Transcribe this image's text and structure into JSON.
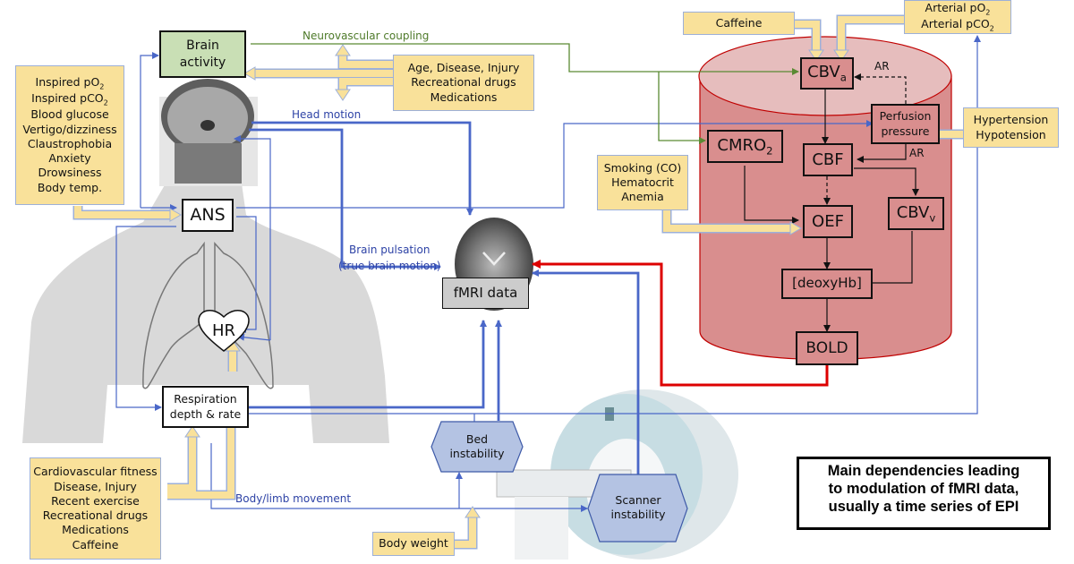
{
  "caption": {
    "lines": [
      "Main dependencies leading",
      "to modulation of fMRI data,",
      "usually a time series of EPI"
    ]
  },
  "nodes": {
    "brain_activity": [
      "Brain",
      "activity"
    ],
    "ans": "ANS",
    "hr": "HR",
    "respiration": [
      "Respiration",
      "depth & rate"
    ],
    "fmri_data": "fMRI data",
    "bed_instability": [
      "Bed",
      "instability"
    ],
    "scanner_instability": [
      "Scanner",
      "instability"
    ],
    "cbva": {
      "main": "CBV",
      "sub": "a"
    },
    "cmro2": {
      "main": "CMRO",
      "sub": "2"
    },
    "cbf": "CBF",
    "perfusion": [
      "Perfusion",
      "pressure"
    ],
    "oef": "OEF",
    "cbvv": {
      "main": "CBV",
      "sub": "v"
    },
    "deoxyhb": "[deoxyHb]",
    "bold": "BOLD"
  },
  "factors": {
    "physiological": [
      {
        "main": "Inspired pO",
        "sub": "2"
      },
      {
        "main": "Inspired pCO",
        "sub": "2"
      },
      {
        "main": "Blood glucose"
      },
      {
        "main": "Vertigo/dizziness"
      },
      {
        "main": "Claustrophobia"
      },
      {
        "main": "Anxiety"
      },
      {
        "main": "Drowsiness"
      },
      {
        "main": "Body temp."
      }
    ],
    "age_disease": [
      "Age, Disease, Injury",
      "Recreational drugs",
      "Medications"
    ],
    "caffeine": "Caffeine",
    "arterial": [
      {
        "main": "Arterial pO",
        "sub": "2"
      },
      {
        "main": "Arterial pCO",
        "sub": "2"
      }
    ],
    "blood_pressure": [
      "Hypertension",
      "Hypotension"
    ],
    "blood_oxygen": [
      "Smoking (CO)",
      "Hematocrit",
      "Anemia"
    ],
    "lifestyle": [
      "Cardiovascular fitness",
      "Disease, Injury",
      "Recent exercise",
      "Recreational drugs",
      "Medications",
      "Caffeine"
    ],
    "body_weight": "Body weight"
  },
  "edge_labels": {
    "neurovascular": "Neurovascular coupling",
    "head_motion": "Head motion",
    "brain_pulsation": [
      "Brain pulsation",
      "(true brain motion)"
    ],
    "body_limb": "Body/limb movement",
    "ar1": "AR",
    "ar2": "AR"
  },
  "colors": {
    "yellow_fill": "#f9e19a",
    "blue_line": "#4a67c8",
    "green_line": "#5a8a33",
    "red_line": "#dd0000",
    "cylinder": "#d98e8e",
    "green_fill": "#c9dfb5",
    "hexagon": "#b4c3e3"
  }
}
